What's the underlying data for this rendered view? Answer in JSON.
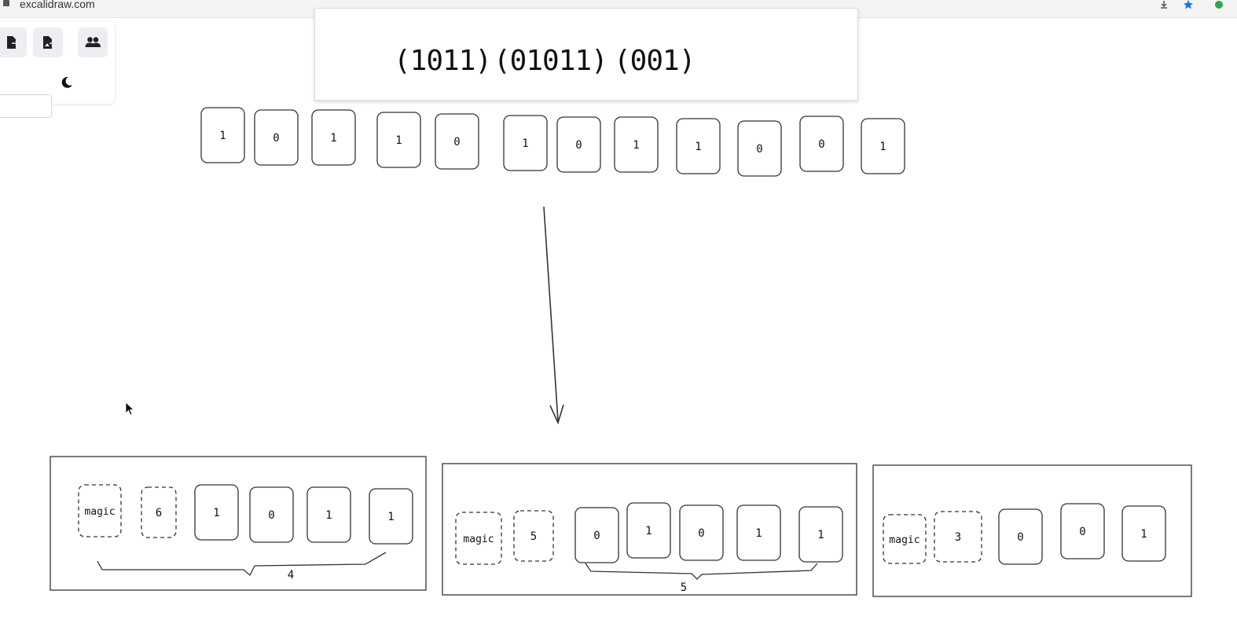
{
  "browser": {
    "url": "excalidraw.com"
  },
  "toolbar": {
    "buttons": [
      {
        "icon": "export-file-icon"
      },
      {
        "icon": "export-image-icon"
      },
      {
        "icon": "collaborate-users-icon"
      }
    ],
    "theme_icon": "moon-icon"
  },
  "text_box": {
    "groups": [
      "(1011)",
      "(01011)",
      "(001)"
    ]
  },
  "bit_row": [
    "1",
    "0",
    "1",
    "1",
    "0",
    "1",
    "0",
    "1",
    "1",
    "0",
    "0",
    "1"
  ],
  "frames": [
    {
      "magic": "magic",
      "length": "6",
      "bits": [
        "1",
        "0",
        "1",
        "1"
      ],
      "brace_label": "4"
    },
    {
      "magic": "magic",
      "length": "5",
      "bits": [
        "0",
        "1",
        "0",
        "1",
        "1"
      ],
      "brace_label": "5"
    },
    {
      "magic": "magic",
      "length": "3",
      "bits": [
        "0",
        "0",
        "1"
      ],
      "brace_label": ""
    }
  ]
}
